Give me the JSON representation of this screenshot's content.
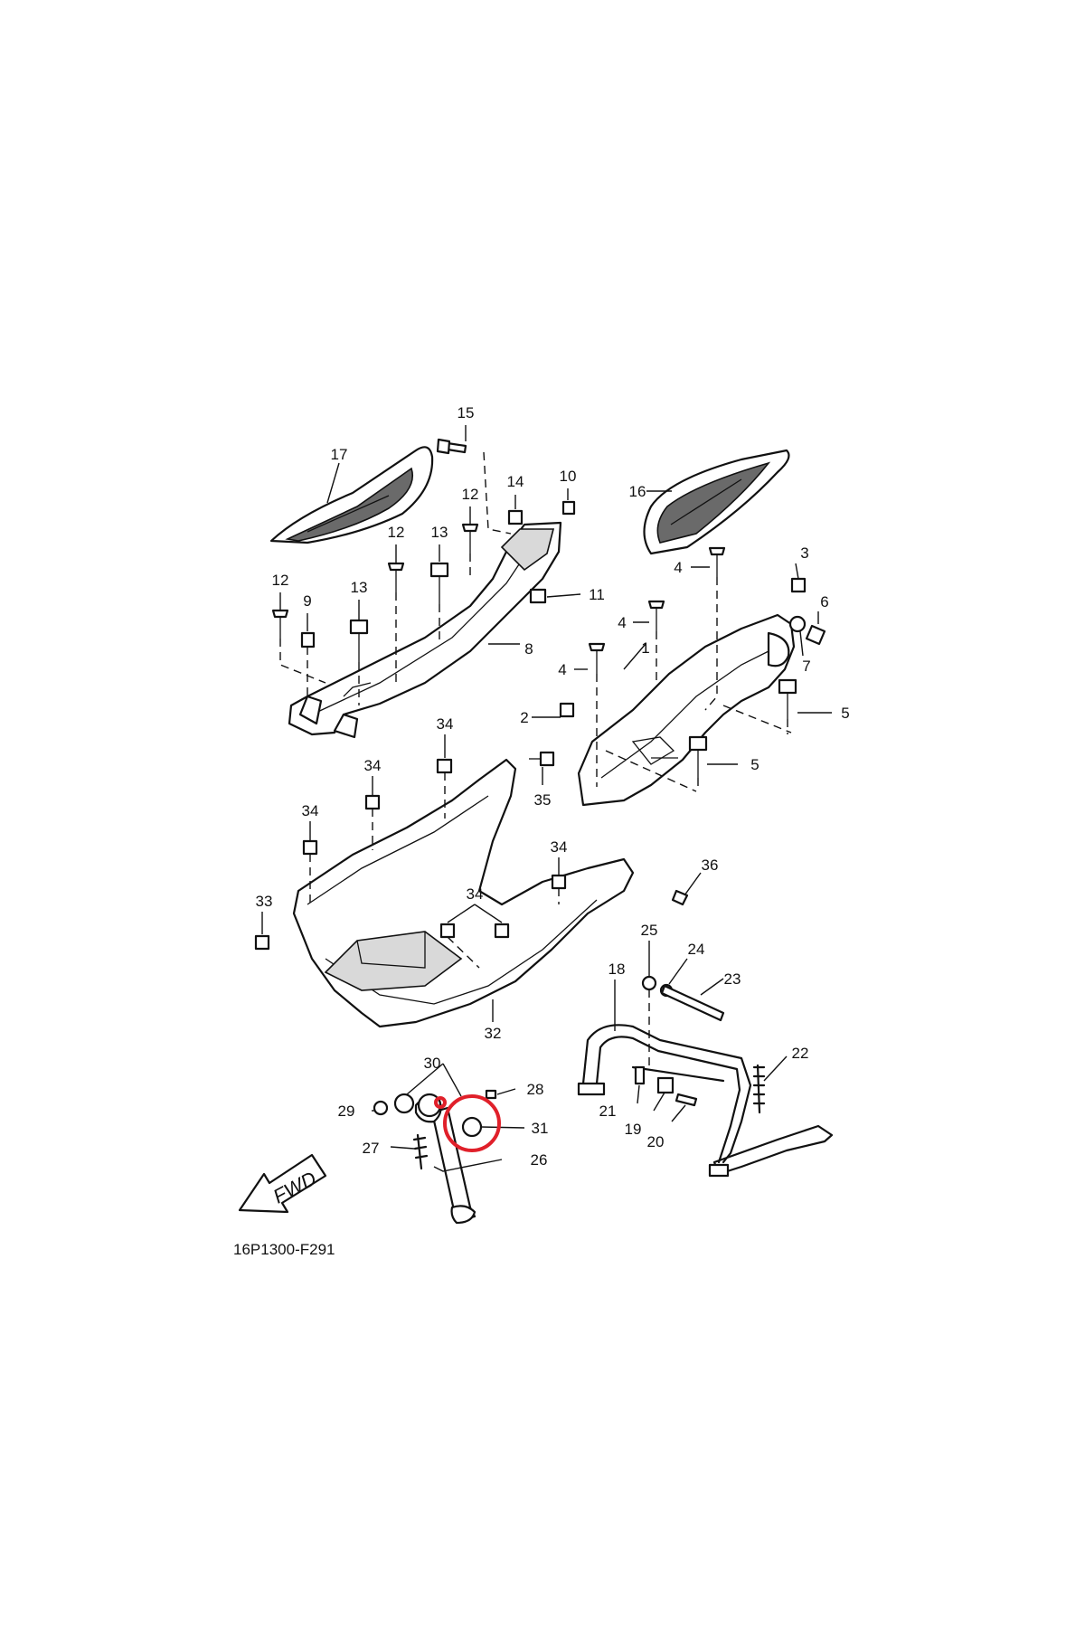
{
  "figure_code": "16P1300-F291",
  "direction_label": "FWD",
  "highlight_color": "#e0202a",
  "callouts": {
    "c1": "1",
    "c2": "2",
    "c3": "3",
    "c4a": "4",
    "c4b": "4",
    "c4c": "4",
    "c5a": "5",
    "c5b": "5",
    "c6": "6",
    "c7": "7",
    "c8": "8",
    "c9": "9",
    "c10": "10",
    "c11": "11",
    "c12a": "12",
    "c12b": "12",
    "c12c": "12",
    "c13a": "13",
    "c13b": "13",
    "c14": "14",
    "c15": "15",
    "c16": "16",
    "c17": "17",
    "c18": "18",
    "c19": "19",
    "c20": "20",
    "c21": "21",
    "c22": "22",
    "c23": "23",
    "c24": "24",
    "c25": "25",
    "c26": "26",
    "c27": "27",
    "c28": "28",
    "c29": "29",
    "c30": "30",
    "c31": "31",
    "c32": "32",
    "c33": "33",
    "c34a": "34",
    "c34b": "34",
    "c34c": "34",
    "c34d": "34",
    "c34e": "34",
    "c35": "35",
    "c36": "36"
  }
}
